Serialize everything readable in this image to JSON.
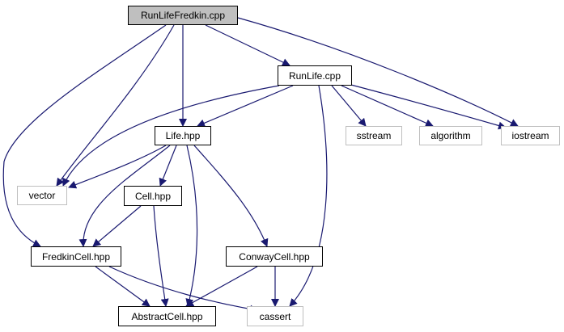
{
  "colors": {
    "edge": "#191970",
    "root_fill": "#bfbfbf",
    "solid_border": "#000000",
    "external_border": "#bfbfbf",
    "text": "#000000"
  },
  "nodes": {
    "runlifefredkin_cpp": "RunLifeFredkin.cpp",
    "runlife_cpp": "RunLife.cpp",
    "life_hpp": "Life.hpp",
    "cell_hpp": "Cell.hpp",
    "fredkincell_hpp": "FredkinCell.hpp",
    "conwaycell_hpp": "ConwayCell.hpp",
    "abstractcell_hpp": "AbstractCell.hpp",
    "vector": "vector",
    "sstream": "sstream",
    "algorithm": "algorithm",
    "iostream": "iostream",
    "cassert": "cassert"
  },
  "edges": [
    [
      "runlifefredkin_cpp",
      "runlife_cpp"
    ],
    [
      "runlifefredkin_cpp",
      "iostream"
    ],
    [
      "runlifefredkin_cpp",
      "life_hpp"
    ],
    [
      "runlifefredkin_cpp",
      "vector"
    ],
    [
      "runlifefredkin_cpp",
      "fredkincell_hpp"
    ],
    [
      "runlife_cpp",
      "life_hpp"
    ],
    [
      "runlife_cpp",
      "vector"
    ],
    [
      "runlife_cpp",
      "sstream"
    ],
    [
      "runlife_cpp",
      "algorithm"
    ],
    [
      "runlife_cpp",
      "iostream"
    ],
    [
      "runlife_cpp",
      "cassert"
    ],
    [
      "life_hpp",
      "vector"
    ],
    [
      "life_hpp",
      "cell_hpp"
    ],
    [
      "life_hpp",
      "fredkincell_hpp"
    ],
    [
      "life_hpp",
      "abstractcell_hpp"
    ],
    [
      "life_hpp",
      "conwaycell_hpp"
    ],
    [
      "cell_hpp",
      "fredkincell_hpp"
    ],
    [
      "cell_hpp",
      "abstractcell_hpp"
    ],
    [
      "fredkincell_hpp",
      "abstractcell_hpp"
    ],
    [
      "fredkincell_hpp",
      "cassert"
    ],
    [
      "conwaycell_hpp",
      "abstractcell_hpp"
    ],
    [
      "conwaycell_hpp",
      "cassert"
    ]
  ]
}
